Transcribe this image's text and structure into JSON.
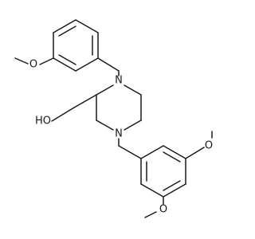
{
  "diagram": {
    "type": "chemical-structure",
    "atoms": {
      "o_top_methoxy": "O",
      "n4": "N",
      "n1": "N",
      "oh": "HO",
      "o_right_methoxy": "O",
      "o_bottom_methoxy": "O"
    },
    "colors": {
      "bond": "#1a1a1a",
      "background": "#ffffff"
    }
  }
}
